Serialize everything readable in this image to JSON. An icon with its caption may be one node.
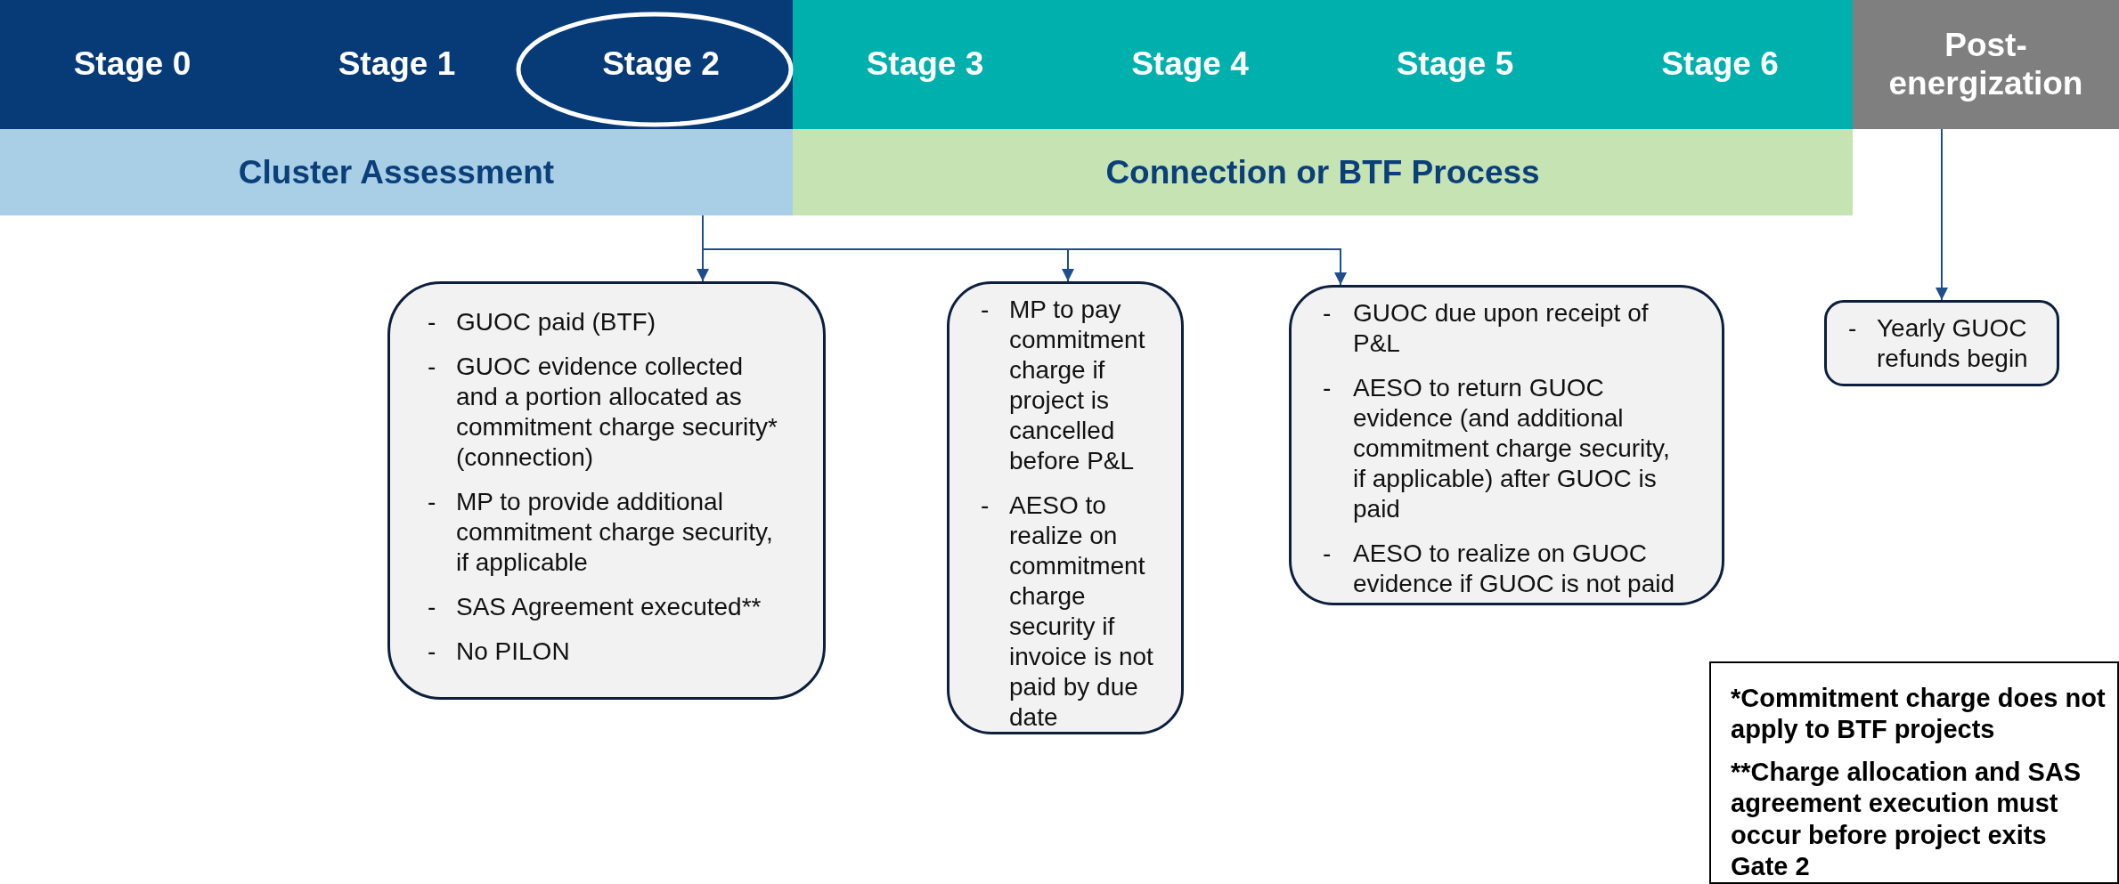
{
  "diagram": {
    "nodes": [
      {
        "text": [
          "Stage 0"
        ]
      },
      {
        "text": [
          "Stage 1"
        ]
      },
      {
        "text": [
          "Stage 2"
        ]
      },
      {
        "text": [
          "Stage 3"
        ]
      },
      {
        "text": [
          "Stage 4"
        ]
      },
      {
        "text": [
          "Stage 5"
        ]
      },
      {
        "text": [
          "Stage 6"
        ]
      },
      {
        "text": [
          "Post-energization"
        ]
      },
      {
        "text": [
          "Cluster Assessment"
        ]
      },
      {
        "text": [
          "Connection or BTF Process"
        ]
      },
      {
        "text": [
          "- GUOC paid (BTF)",
          "- GUOC evidence collected and a portion allocated as commitment charge security* (connection)",
          "- MP to provide additional commitment charge security, if applicable",
          "- SAS Agreement executed**",
          "- No PILON"
        ]
      },
      {
        "text": [
          "- MP to pay commitment charge if project is cancelled before P&L",
          "- AESO to realize on commitment charge security if invoice is not paid by due date"
        ]
      },
      {
        "text": [
          "- GUOC due upon receipt of P&L",
          "- AESO to return GUOC evidence (and additional commitment charge security, if applicable) after GUOC is paid",
          "- AESO to realize on GUOC evidence if GUOC is not paid"
        ]
      },
      {
        "text": [
          "- Yearly GUOC refunds begin"
        ]
      },
      {
        "text": [
          "*Commitment charge does not apply to BTF projects",
          "**Charge allocation and SAS agreement execution must occur before project exits Gate 2"
        ]
      }
    ],
    "edges": [
      {
        "from": 8,
        "to": 10,
        "arrow": "to"
      },
      {
        "from": 8,
        "to": 11,
        "arrow": "to"
      },
      {
        "from": 8,
        "to": 12,
        "arrow": "to"
      },
      {
        "from": 7,
        "to": 13,
        "arrow": "to"
      }
    ]
  }
}
